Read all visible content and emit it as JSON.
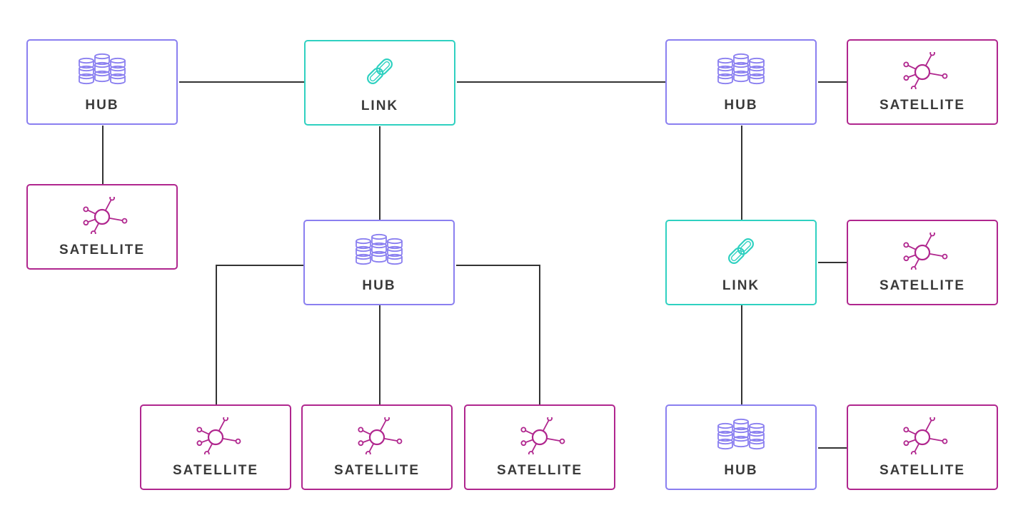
{
  "colors": {
    "hub": "#8a7ff0",
    "link": "#2fd1c1",
    "satellite": "#b0268e",
    "line": "#333333",
    "text": "#3a3a3a"
  },
  "labels": {
    "hub": "HUB",
    "link": "LINK",
    "satellite": "SATELLITE"
  },
  "nodes": {
    "hub_1": {
      "type": "hub",
      "icon": "database-cluster-icon"
    },
    "satellite_1": {
      "type": "satellite",
      "icon": "satellite-node-icon"
    },
    "link_1": {
      "type": "link",
      "icon": "chain-link-icon"
    },
    "hub_2": {
      "type": "hub",
      "icon": "database-cluster-icon"
    },
    "satellite_2": {
      "type": "satellite",
      "icon": "satellite-node-icon"
    },
    "satellite_3": {
      "type": "satellite",
      "icon": "satellite-node-icon"
    },
    "satellite_4": {
      "type": "satellite",
      "icon": "satellite-node-icon"
    },
    "hub_3": {
      "type": "hub",
      "icon": "database-cluster-icon"
    },
    "satellite_5": {
      "type": "satellite",
      "icon": "satellite-node-icon"
    },
    "link_2": {
      "type": "link",
      "icon": "chain-link-icon"
    },
    "satellite_6": {
      "type": "satellite",
      "icon": "satellite-node-icon"
    },
    "hub_4": {
      "type": "hub",
      "icon": "database-cluster-icon"
    },
    "satellite_7": {
      "type": "satellite",
      "icon": "satellite-node-icon"
    }
  },
  "edges": [
    {
      "from": "hub_1",
      "to": "link_1"
    },
    {
      "from": "hub_1",
      "to": "satellite_1"
    },
    {
      "from": "link_1",
      "to": "hub_3"
    },
    {
      "from": "link_1",
      "to": "hub_2"
    },
    {
      "from": "hub_2",
      "to": "satellite_2"
    },
    {
      "from": "hub_2",
      "to": "satellite_3"
    },
    {
      "from": "hub_2",
      "to": "satellite_4"
    },
    {
      "from": "hub_3",
      "to": "satellite_5"
    },
    {
      "from": "hub_3",
      "to": "link_2"
    },
    {
      "from": "link_2",
      "to": "satellite_6"
    },
    {
      "from": "link_2",
      "to": "hub_4"
    },
    {
      "from": "hub_4",
      "to": "satellite_7"
    }
  ]
}
